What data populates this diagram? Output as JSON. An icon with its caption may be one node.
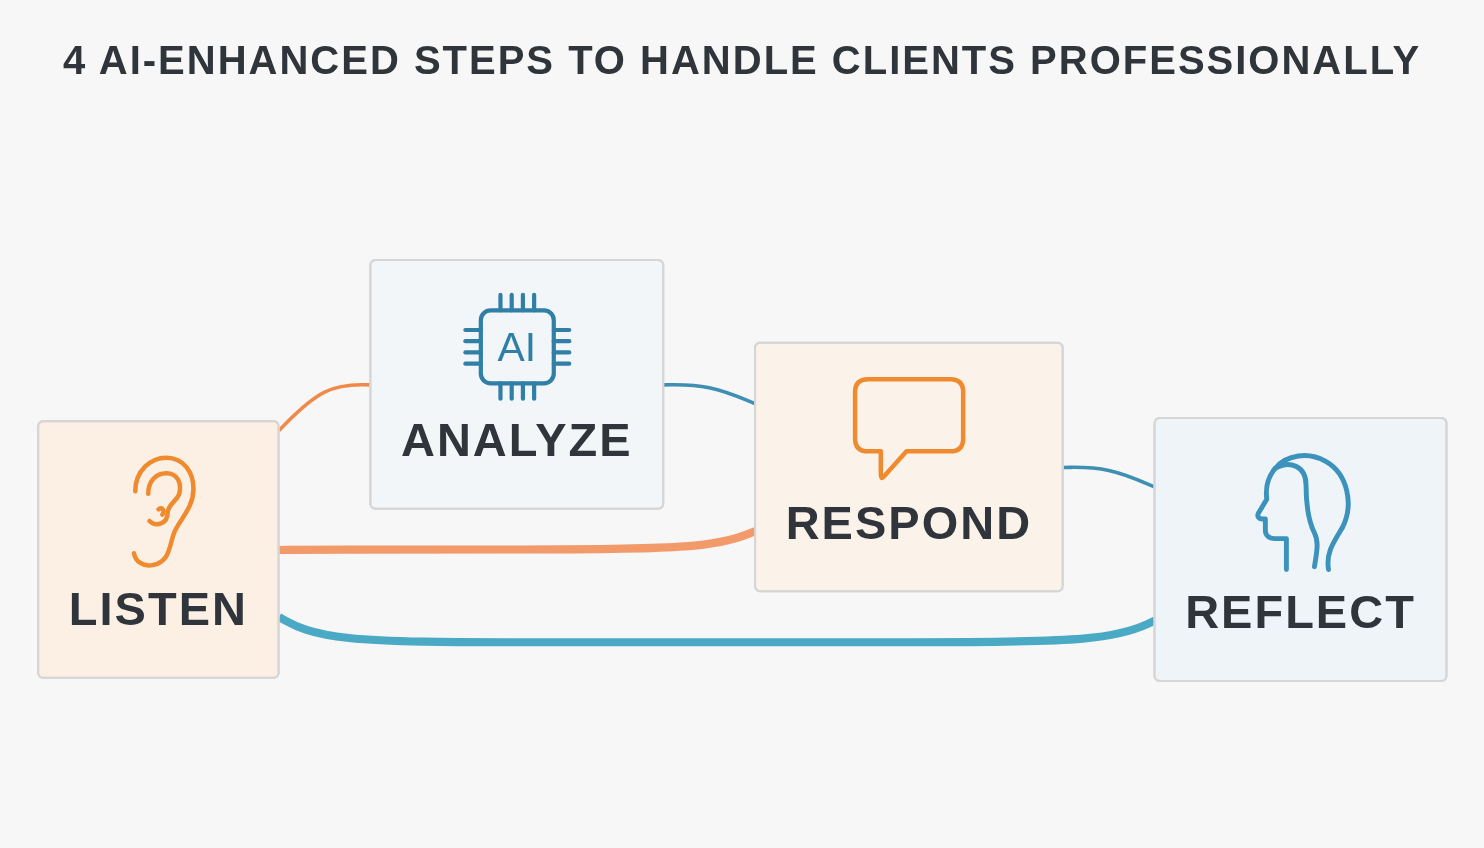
{
  "diagram": {
    "title": "4 AI-ENHANCED STEPS TO HANDLE CLIENTS PROFESSIONALLY",
    "nodes": [
      {
        "text": [
          "LISTEN"
        ]
      },
      {
        "text": [
          "AI",
          "ANALYZE"
        ]
      },
      {
        "text": [
          "RESPOND"
        ]
      },
      {
        "text": [
          "REFLECT"
        ]
      }
    ],
    "edges": [
      {
        "from": 0,
        "to": 1,
        "arrow": "none",
        "color": "#f08a4b"
      },
      {
        "from": 1,
        "to": 2,
        "arrow": "none",
        "color": "#3f8fb5"
      },
      {
        "from": 2,
        "to": 3,
        "arrow": "none",
        "color": "#3f8fb5"
      },
      {
        "from": 0,
        "to": 3,
        "arrow": "none",
        "style": "thick",
        "color": "#4aaac6"
      },
      {
        "from": 2,
        "to": 0,
        "arrow": "none",
        "style": "thick",
        "color": "#f29a6a"
      }
    ]
  }
}
